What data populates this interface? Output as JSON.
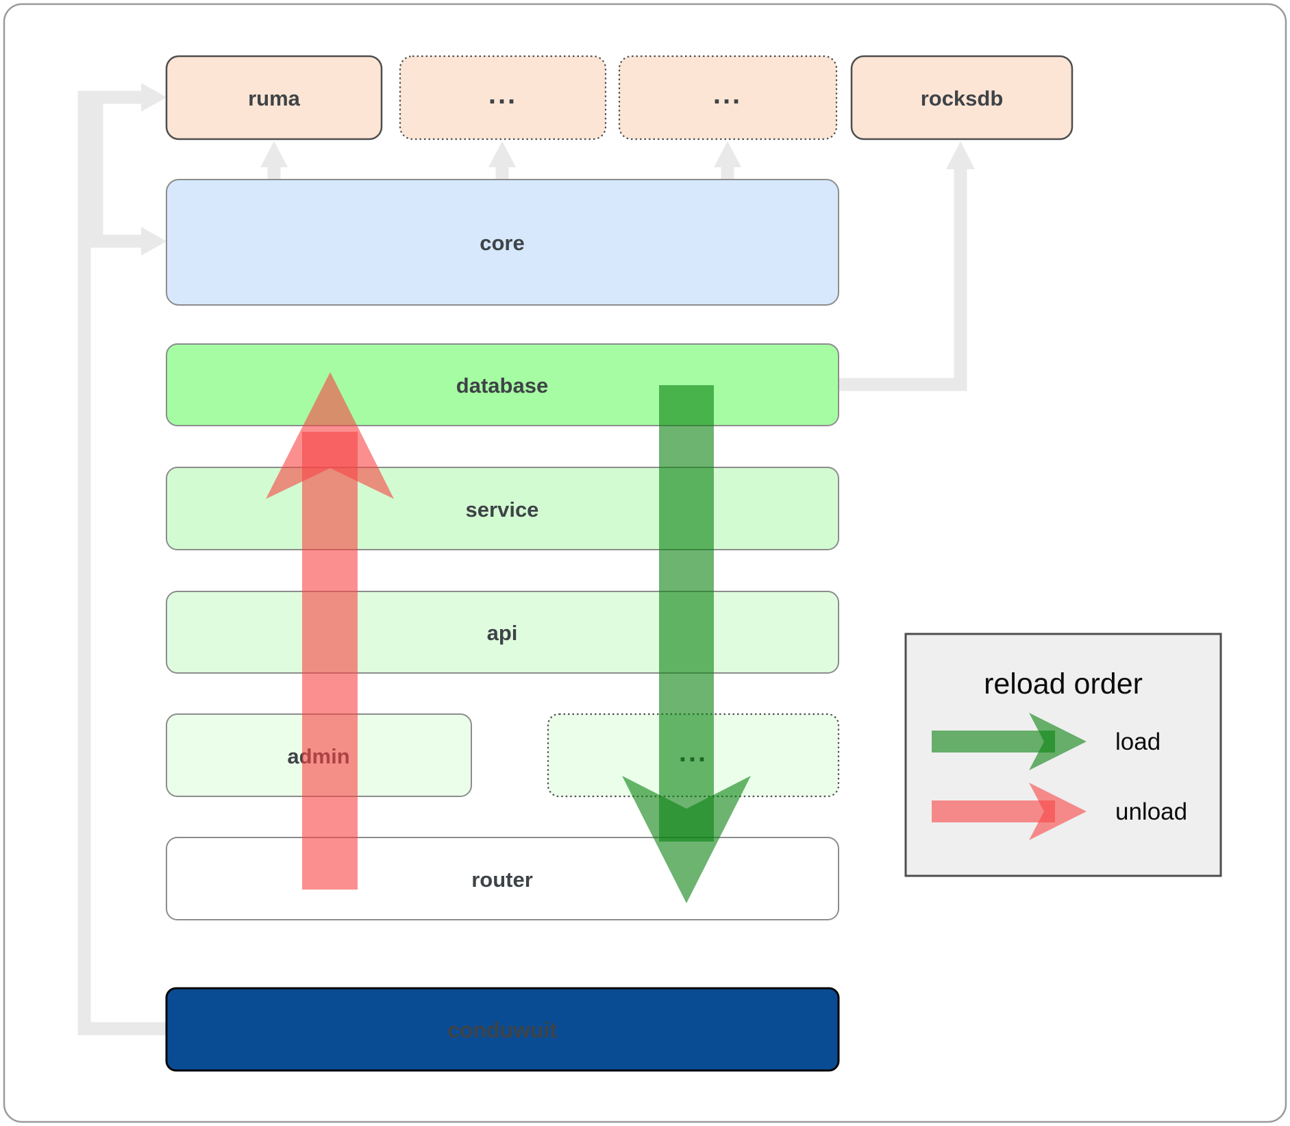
{
  "window": {
    "frame_border_color": "#9A9A9A",
    "background": "#FFFFFF"
  },
  "diagram": {
    "nodes": {
      "ruma": {
        "label": "ruma",
        "fill": "#FCE5D5",
        "border": "#4D4D4D"
      },
      "dots_top_left": {
        "label": "...",
        "fill": "#FCE5D5",
        "border": "#4D4D4D"
      },
      "dots_top_right": {
        "label": "...",
        "fill": "#FCE5D5",
        "border": "#4D4D4D"
      },
      "rocksdb": {
        "label": "rocksdb",
        "fill": "#FCE5D5",
        "border": "#4D4D4D"
      },
      "core": {
        "label": "core",
        "fill": "#D7E8FC",
        "border": "#8C8C8C"
      },
      "database": {
        "label": "database",
        "fill": "#A6FCA2",
        "border": "#8C8C8C"
      },
      "service": {
        "label": "service",
        "fill": "#D3FBD2",
        "border": "#8C8C8C"
      },
      "api": {
        "label": "api",
        "fill": "#DFFDDE",
        "border": "#8C8C8C"
      },
      "admin": {
        "label": "admin",
        "fill": "#EBFEEA",
        "border": "#8C8C8C"
      },
      "dots_module": {
        "label": "...",
        "fill": "#EBFEEA",
        "border": "#4D4D4D"
      },
      "router": {
        "label": "router",
        "fill": "#FFFFFF",
        "border": "#8C8C8C"
      },
      "conduwuit": {
        "label": "conduwuit",
        "fill": "#0A4C94",
        "border": "#050505",
        "text_color": "#FFFFFF"
      }
    },
    "connectors": {
      "color": "#E9E9E9"
    },
    "arrows": {
      "load": {
        "color": "#0A8211"
      },
      "unload": {
        "color": "#F84444"
      }
    },
    "legend": {
      "title": "reload order",
      "bg": "#EFEFEF",
      "border": "#4D4D4D",
      "items": [
        {
          "label": "load"
        },
        {
          "label": "unload"
        }
      ]
    }
  }
}
